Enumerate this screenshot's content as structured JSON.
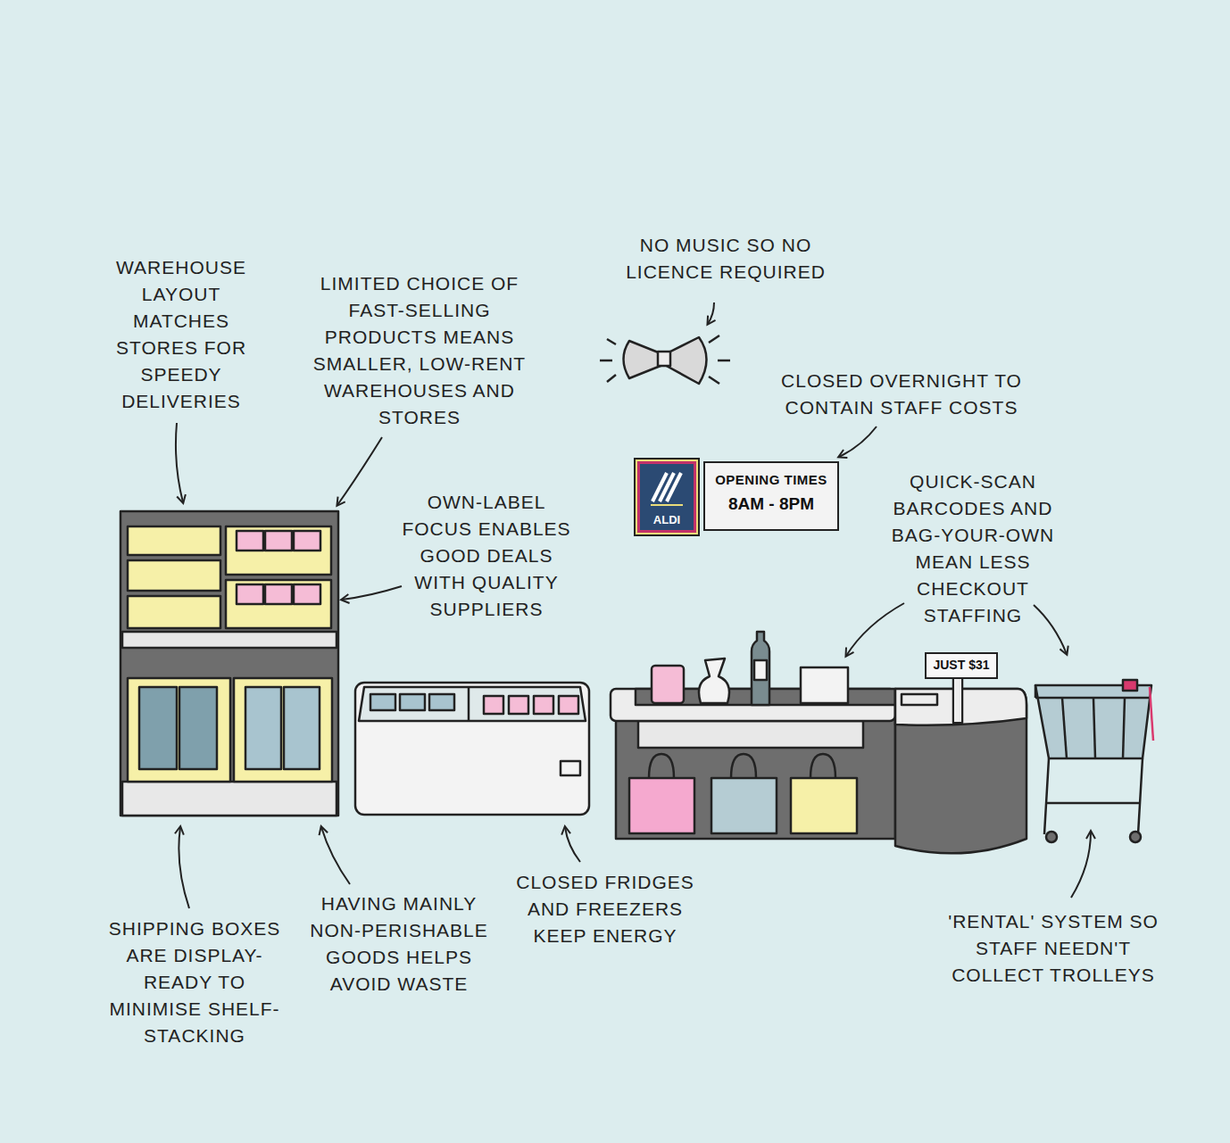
{
  "diagram": {
    "nodes": [
      {
        "text": [
          "ALDI"
        ]
      },
      {
        "text": [
          "OPENING TIMES",
          "8AM - 8PM"
        ]
      },
      {
        "text": [
          "JUST $31"
        ]
      }
    ],
    "labels": [
      "WAREHOUSE LAYOUT MATCHES STORES FOR SPEEDY DELIVERIES",
      "LIMITED CHOICE OF FAST-SELLING PRODUCTS MEANS SMALLER, LOW-RENT WAREHOUSES AND STORES",
      "NO MUSIC SO NO LICENCE REQUIRED",
      "CLOSED OVERNIGHT TO CONTAIN STAFF COSTS",
      "OWN-LABEL FOCUS ENABLES GOOD DEALS WITH QUALITY SUPPLIERS",
      "QUICK-SCAN BARCODES AND BAG-YOUR-OWN MEAN LESS CHECKOUT STAFFING",
      "SHIPPING BOXES ARE DISPLAY-READY TO MINIMISE SHELF-STACKING",
      "HAVING MAINLY NON-PERISHABLE GOODS HELPS AVOID WASTE",
      "CLOSED FRIDGES AND FREEZERS KEEP ENERGY",
      "'RENTAL' SYSTEM SO STAFF NEEDN'T COLLECT TROLLEYS"
    ]
  }
}
